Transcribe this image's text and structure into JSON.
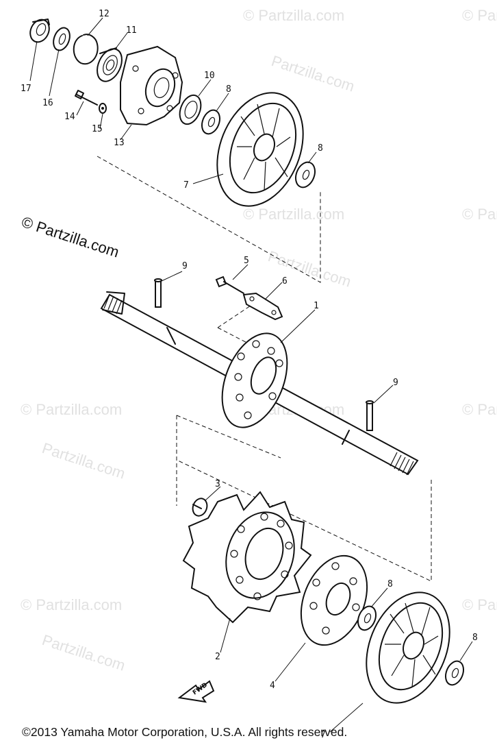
{
  "watermark": {
    "text": "Partzilla.com",
    "primary_text": "© Partzilla.com",
    "color": "#c9c9c9"
  },
  "fwd_label": "FWD",
  "part_labels": {
    "p1": "1",
    "p2": "2",
    "p3": "3",
    "p4": "4",
    "p5": "5",
    "p6": "6",
    "p7a": "7",
    "p7b": "7",
    "p8a": "8",
    "p8b": "8",
    "p8c": "8",
    "p8d": "8",
    "p9a": "9",
    "p9b": "9",
    "p10": "10",
    "p11": "11",
    "p12": "12",
    "p13": "13",
    "p14": "14",
    "p15": "15",
    "p16": "16",
    "p17": "17"
  },
  "copyright": "©2013 Yamaha Motor Corporation, U.S.A. All rights reserved."
}
